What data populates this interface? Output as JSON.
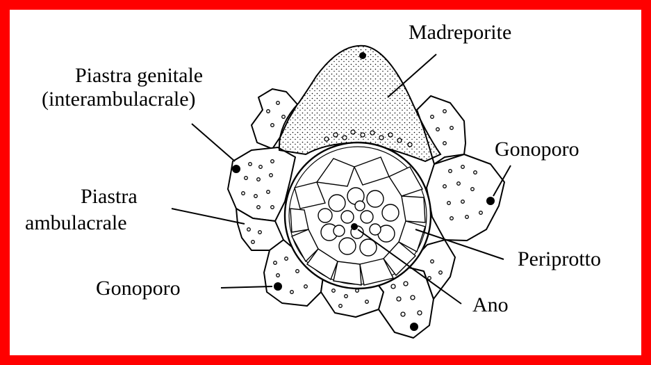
{
  "diagram": {
    "labels": {
      "madreporite": "Madreporite",
      "genital_plate_line1": "Piastra genitale",
      "genital_plate_line2": "(interambulacrale)",
      "gonopore_right": "Gonoporo",
      "ambulacral_plate_line1": "Piastra",
      "ambulacral_plate_line2": "ambulacrale",
      "periproct": "Periprotto",
      "gonopore_left": "Gonoporo",
      "anus": "Ano"
    },
    "colors": {
      "frame": "#ff0000",
      "ink": "#000000",
      "background": "#ffffff"
    }
  }
}
